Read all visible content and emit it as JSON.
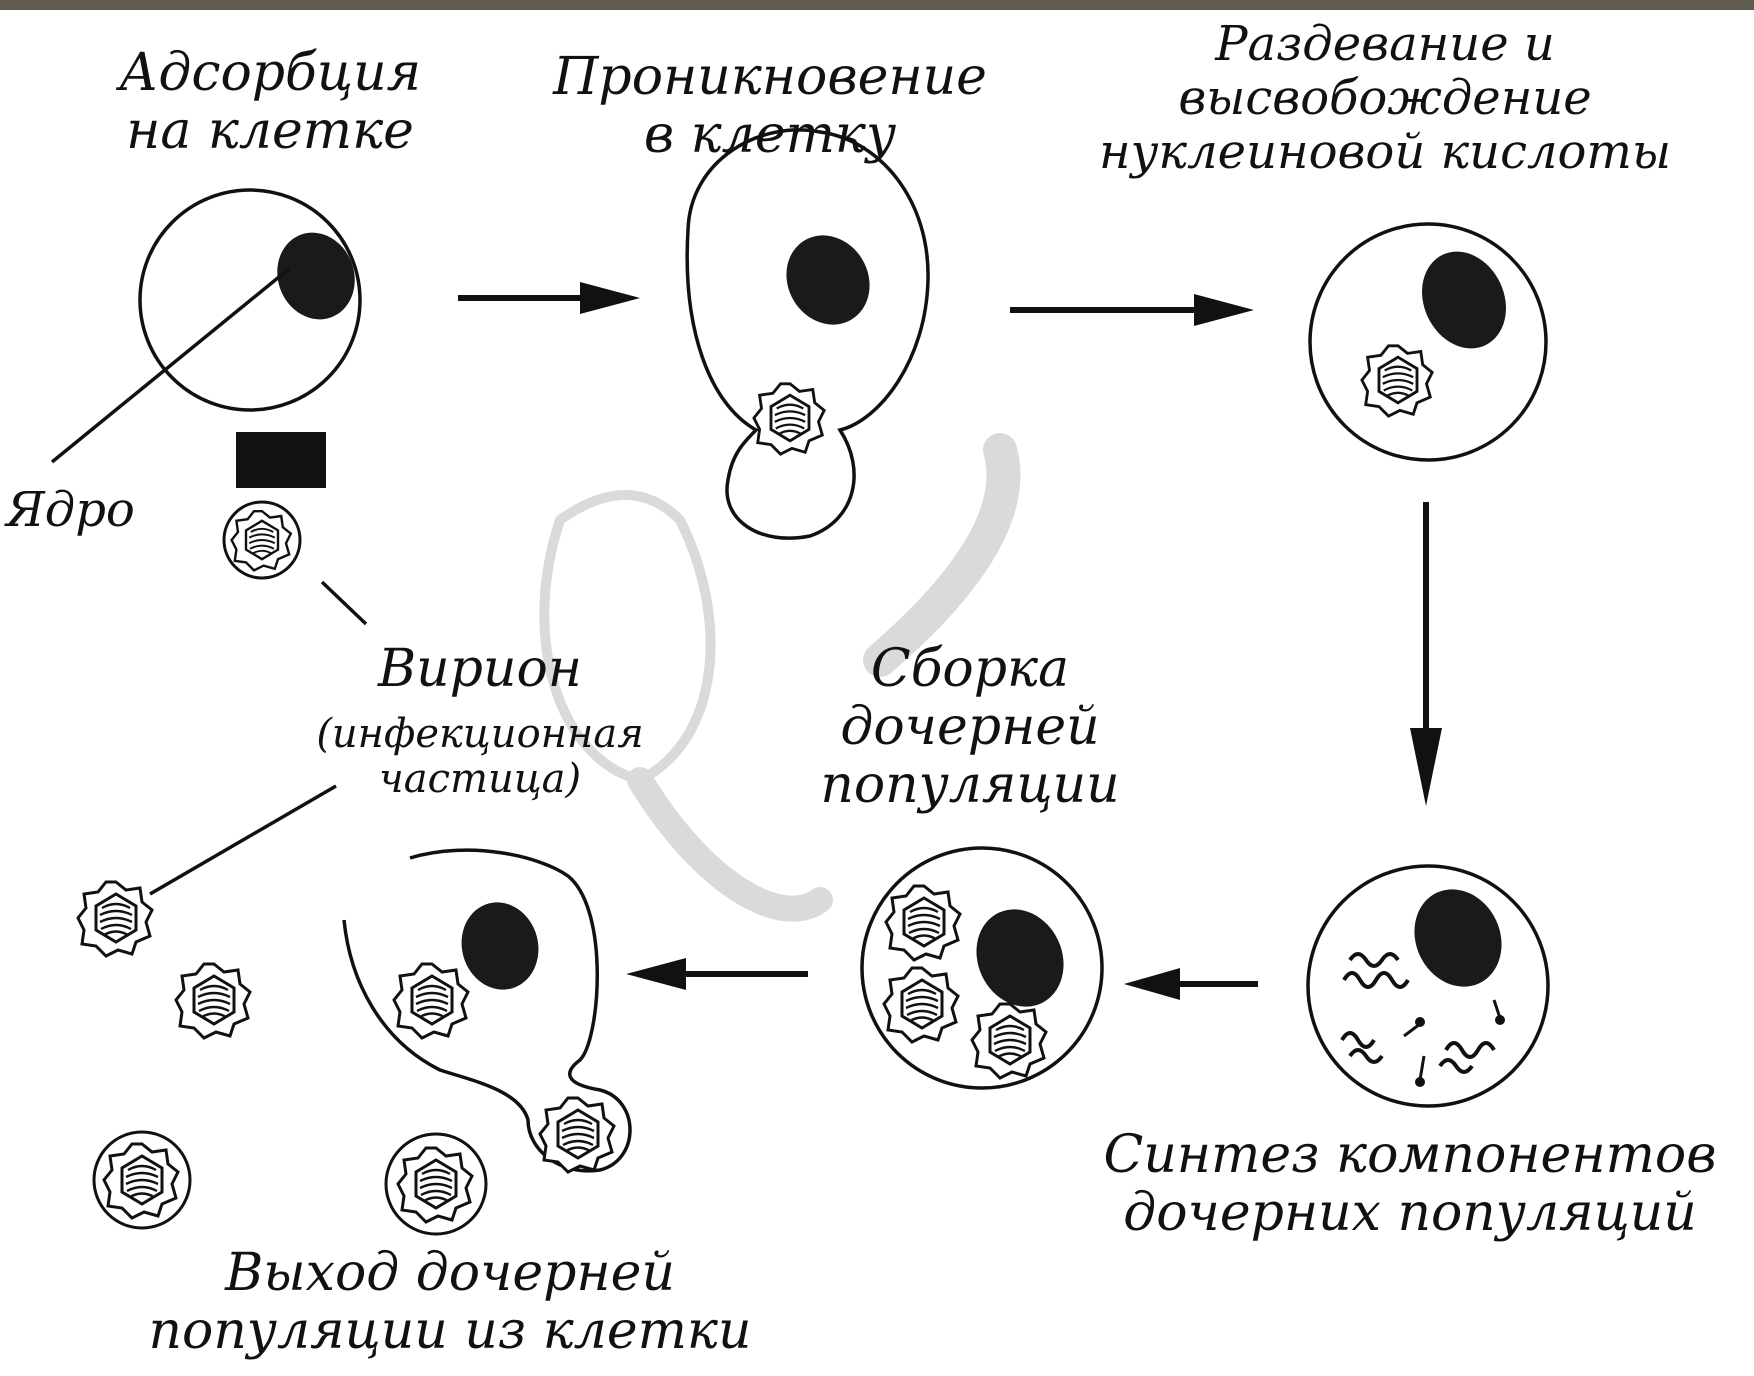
{
  "labels": {
    "adsorption": "Адсорбция\nна клетке",
    "penetration": "Проникновение\nв клетку",
    "uncoating": "Раздевание и\nвысвобождение\nнуклеиновой кислоты",
    "nucleus": "Ядро",
    "virion": "Вирион",
    "virion_note": "(инфекционная\nчастица)",
    "assembly": "Сборка\nдочерней\nпопуляции",
    "synthesis": "Синтез компонентов\nдочерних популяций",
    "exit": "Выход дочерней\nпопуляции из клетки"
  },
  "colors": {
    "ink": "#111111",
    "topbar": "#5f5b4e",
    "watermark": "#d6d6d6"
  }
}
